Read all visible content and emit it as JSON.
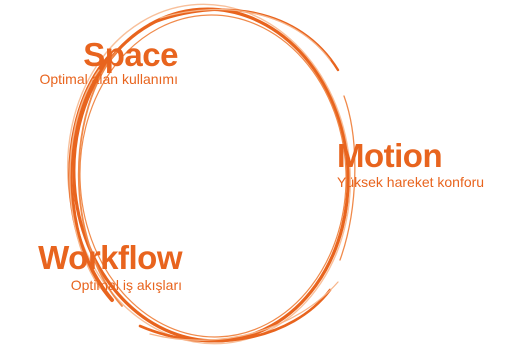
{
  "colors": {
    "accent": "#e8641e",
    "accent_light": "#f4a272",
    "background": "#ffffff"
  },
  "nodes": {
    "space": {
      "title": "Space",
      "subtitle": "Optimal alan kullanımı"
    },
    "motion": {
      "title": "Motion",
      "subtitle": "Yüksek hareket konforu"
    },
    "workflow": {
      "title": "Workflow",
      "subtitle": "Optimal iş akışları"
    }
  }
}
